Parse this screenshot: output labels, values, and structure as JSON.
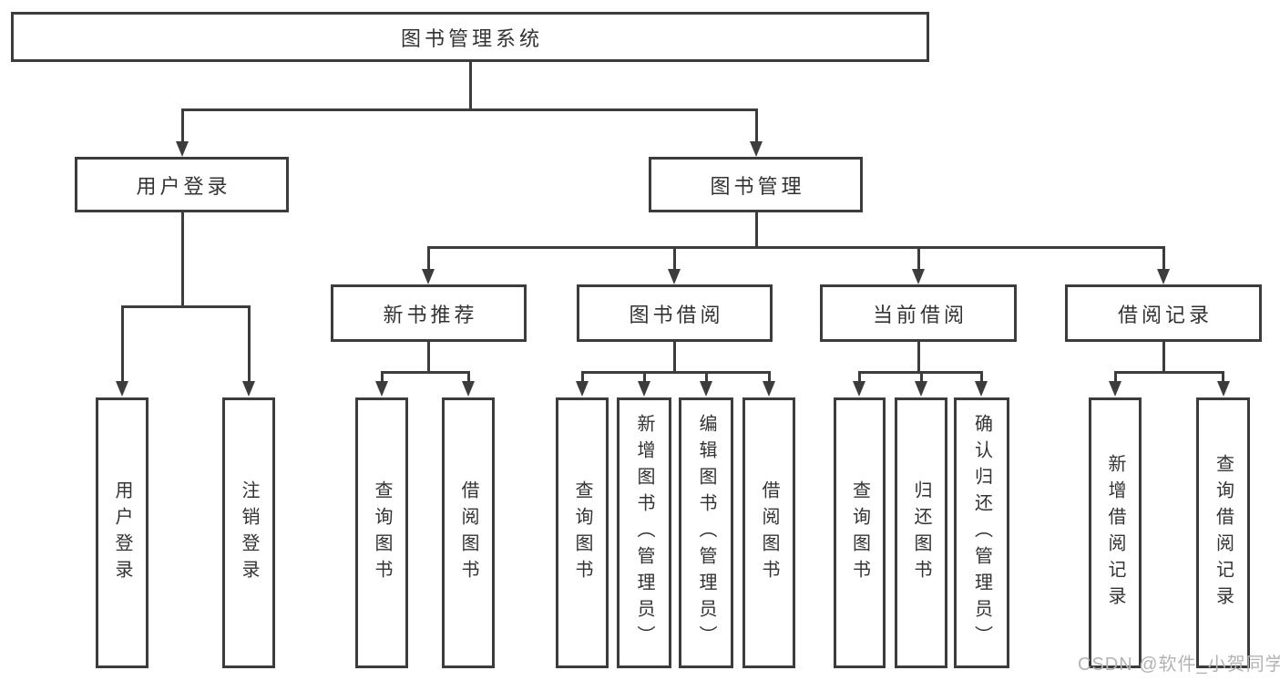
{
  "colors": {
    "line": "#3c3c3c",
    "box_border": "#3c3c3c",
    "text": "#333333",
    "watermark": "#b3b3b3",
    "background": "#ffffff"
  },
  "tree": {
    "root": {
      "label": "图书管理系统"
    },
    "branches": [
      {
        "label": "用户登录",
        "children": [
          "用户登录",
          "注销登录"
        ]
      },
      {
        "label": "图书管理",
        "groups": [
          {
            "label": "新书推荐",
            "children": [
              "查询图书",
              "借阅图书"
            ]
          },
          {
            "label": "图书借阅",
            "children": [
              "查询图书",
              "新增图书（管理员）",
              "编辑图书（管理员）",
              "借阅图书"
            ]
          },
          {
            "label": "当前借阅",
            "children": [
              "查询图书",
              "归还图书",
              "确认归还（管理员）"
            ]
          },
          {
            "label": "借阅记录",
            "children": [
              "新增借阅记录",
              "查询借阅记录"
            ]
          }
        ]
      }
    ]
  },
  "watermark": "CSDN @软件_小贺同学"
}
